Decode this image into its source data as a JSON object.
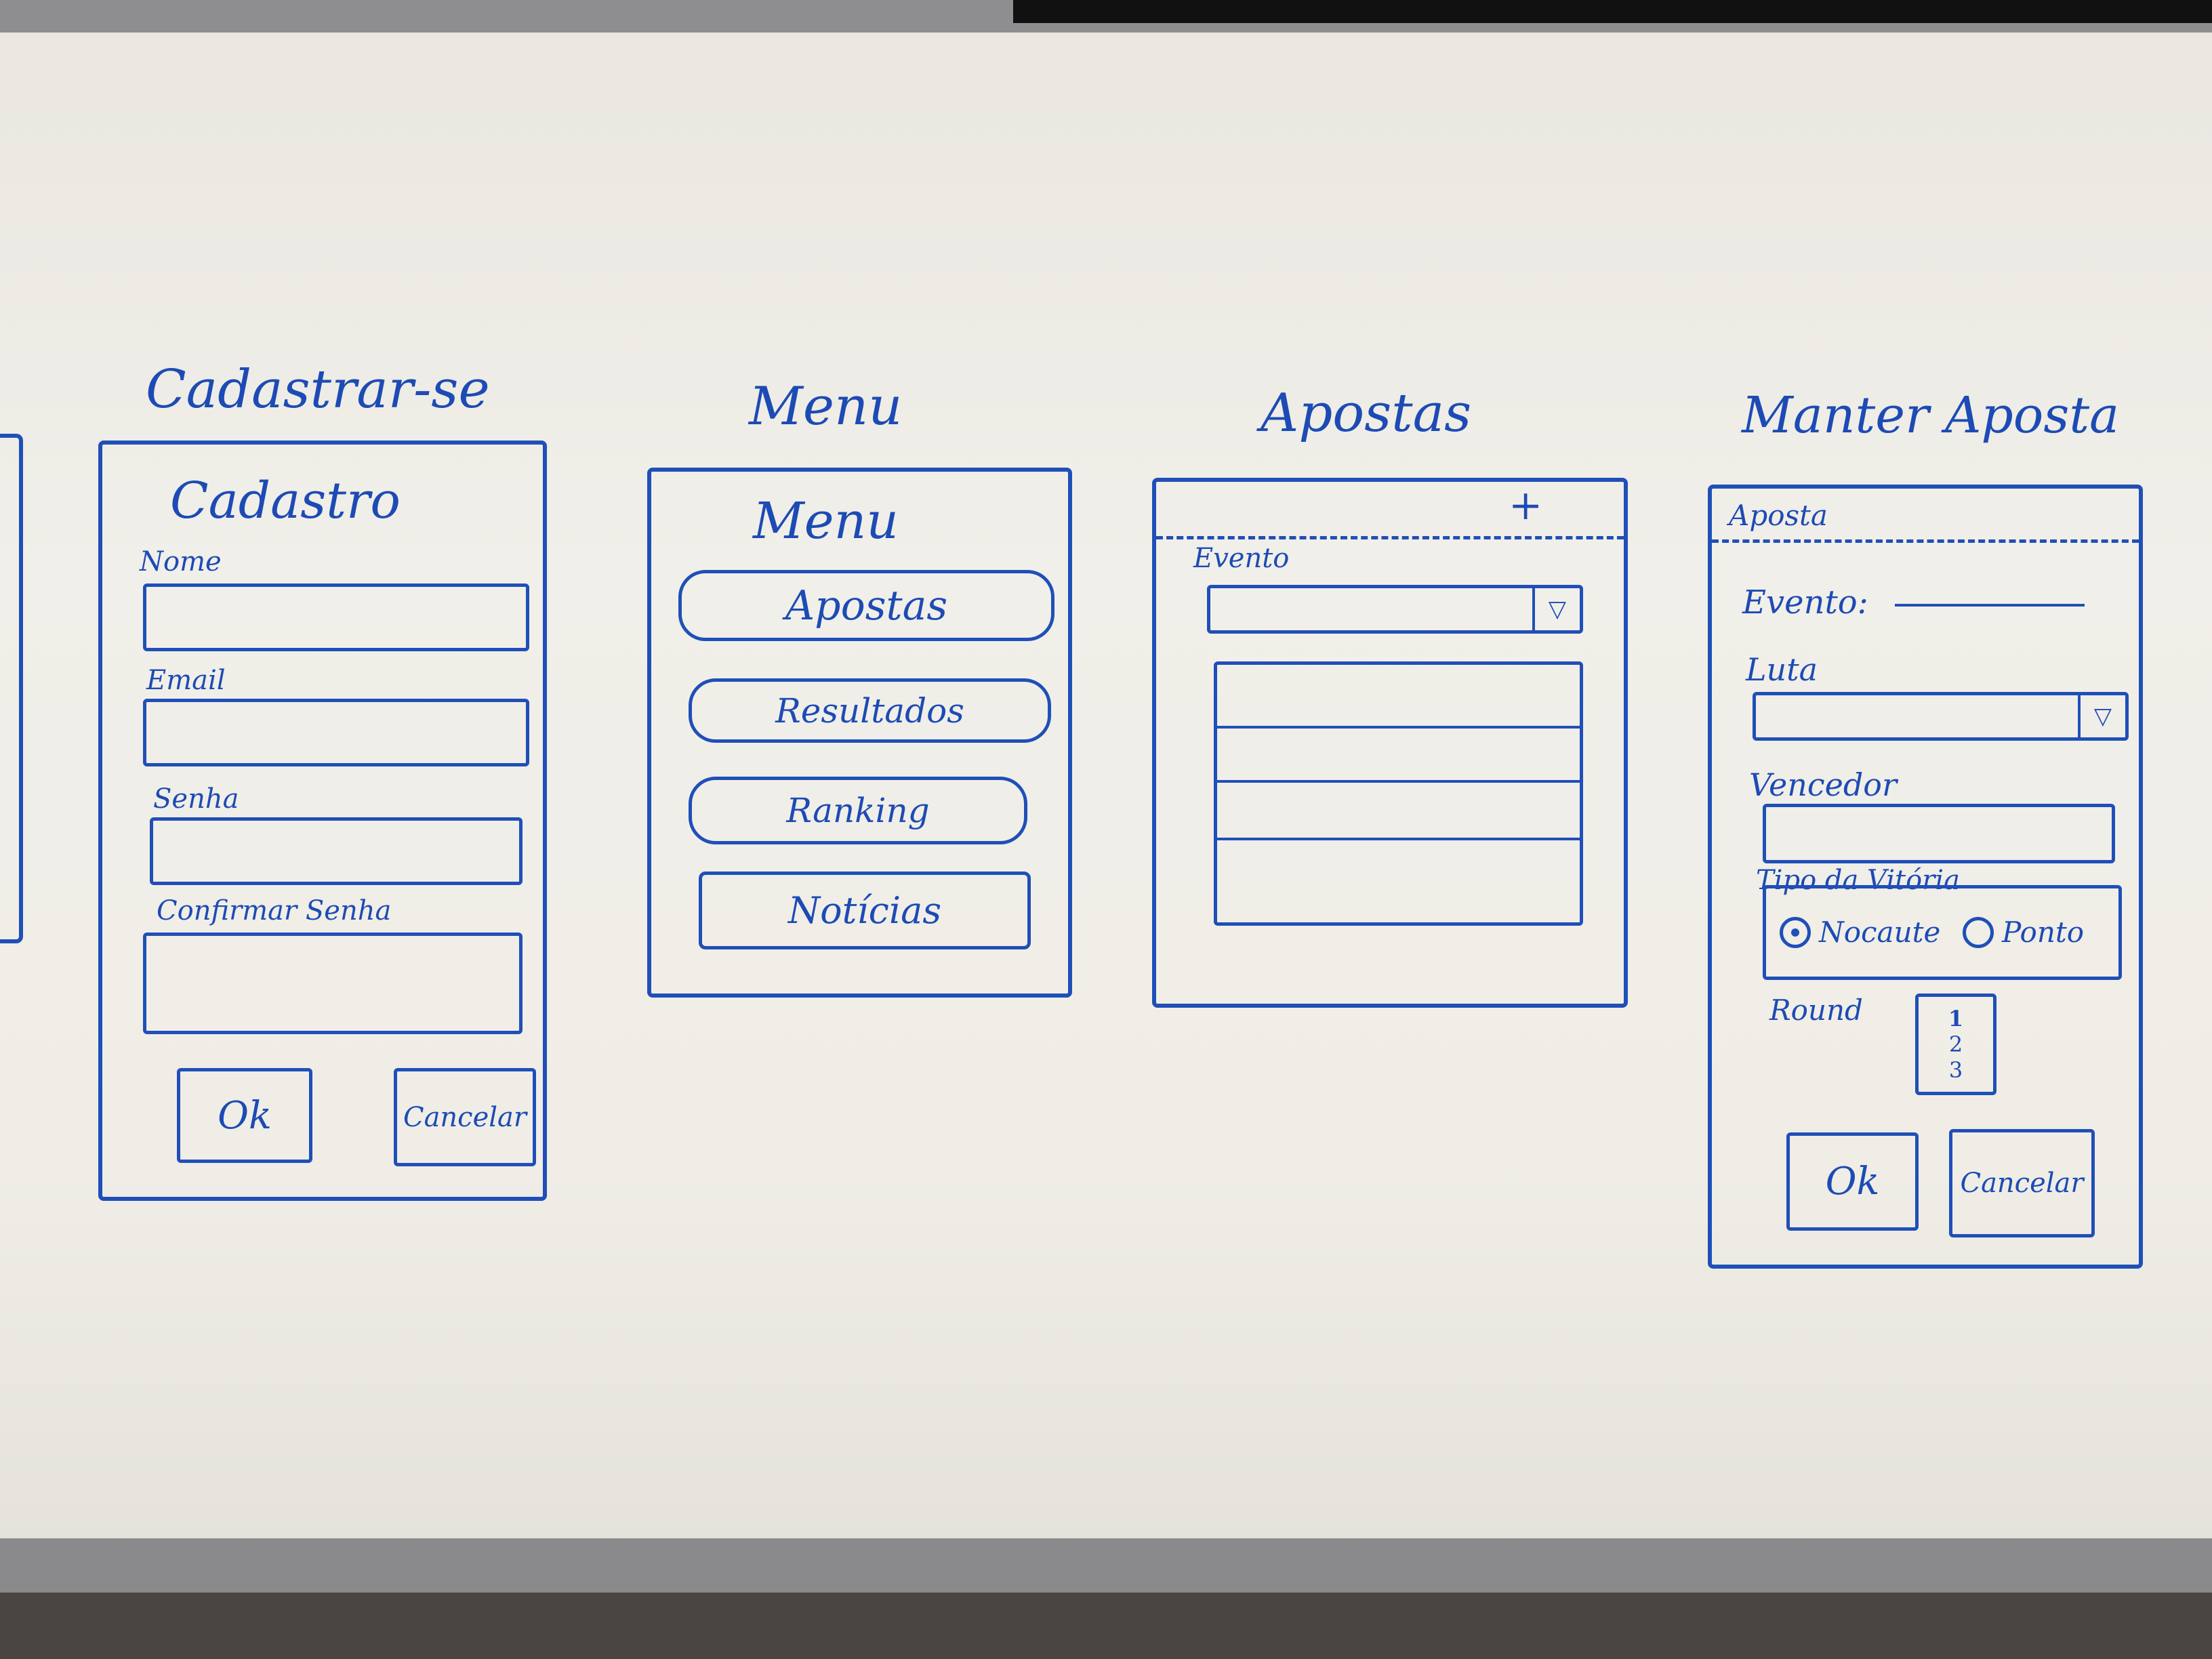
{
  "screens": {
    "cadastro": {
      "heading": "Cadastrar-se",
      "title": "Cadastro",
      "fields": [
        {
          "label": "Nome"
        },
        {
          "label": "Email"
        },
        {
          "label": "Senha"
        },
        {
          "label": "Confirmar Senha"
        }
      ],
      "ok_label": "Ok",
      "cancel_label": "Cancelar"
    },
    "menu": {
      "heading": "Menu",
      "title": "Menu",
      "items": [
        "Apostas",
        "Resultados",
        "Ranking",
        "Notícias"
      ]
    },
    "apostas": {
      "heading": "Apostas",
      "add_icon": "+",
      "evento_label": "Evento",
      "dropdown_icon": "▽"
    },
    "manter_aposta": {
      "heading": "Manter Aposta",
      "title": "Aposta",
      "evento_label": "Evento:",
      "luta_label": "Luta",
      "dropdown_icon": "▽",
      "vencedor_label": "Vencedor",
      "tipo_vitoria_label": "Tipo da Vitória",
      "radio_nocaute": "Nocaute",
      "radio_ponto": "Ponto",
      "round_label": "Round",
      "round_options": [
        "1",
        "2",
        "3"
      ],
      "ok_label": "Ok",
      "cancel_label": "Cancelar"
    }
  },
  "colors": {
    "ink": "#1d4bb5",
    "board": "#efede6"
  }
}
